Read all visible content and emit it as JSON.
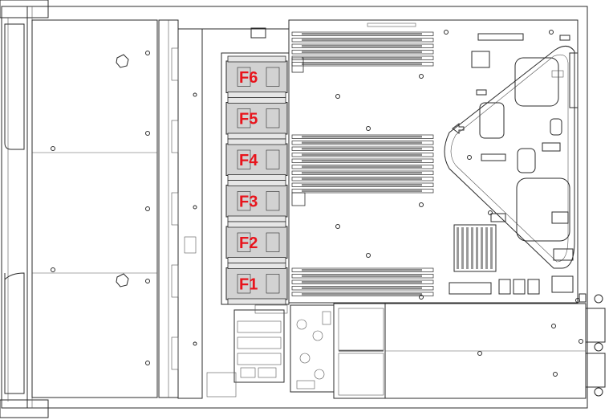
{
  "fans": [
    {
      "id": "fan-f6",
      "label": "F6"
    },
    {
      "id": "fan-f5",
      "label": "F5"
    },
    {
      "id": "fan-f4",
      "label": "F4"
    },
    {
      "id": "fan-f3",
      "label": "F3"
    },
    {
      "id": "fan-f2",
      "label": "F2"
    },
    {
      "id": "fan-f1",
      "label": "F1"
    }
  ],
  "colors": {
    "fan_label": "#e8141c",
    "fan_fill": "#d2d2d2",
    "line": "#2b2b2b",
    "heatsink": "#9a9a9a"
  }
}
